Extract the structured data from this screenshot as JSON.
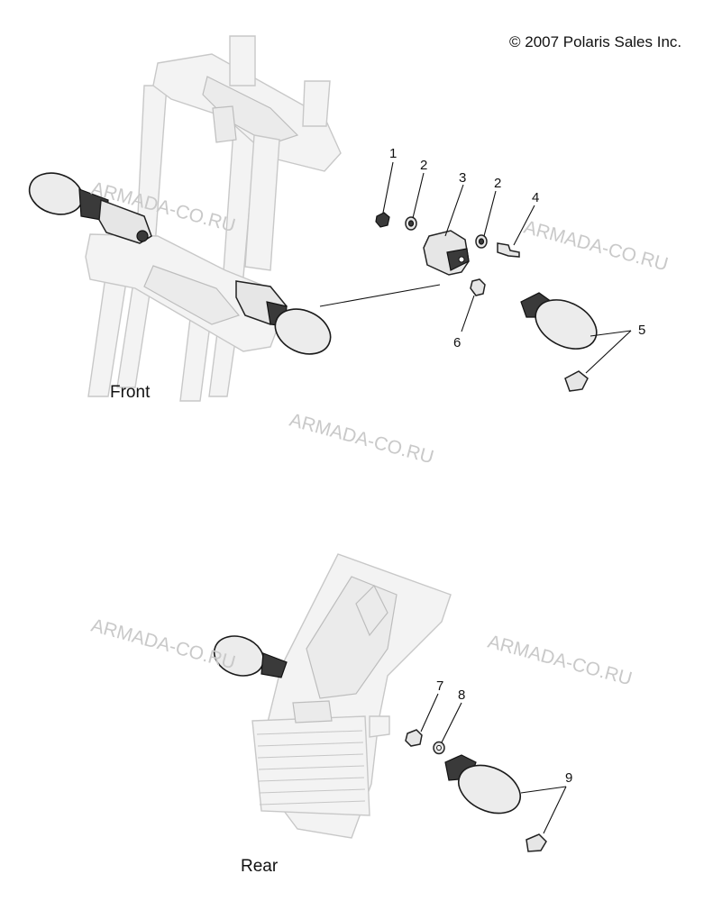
{
  "copyright": "© 2007 Polaris Sales Inc.",
  "views": {
    "front": "Front",
    "rear": "Rear"
  },
  "watermark": "ARMADA-CO.RU",
  "callouts": [
    "1",
    "2",
    "3",
    "2",
    "4",
    "5",
    "6",
    "7",
    "8",
    "9"
  ]
}
